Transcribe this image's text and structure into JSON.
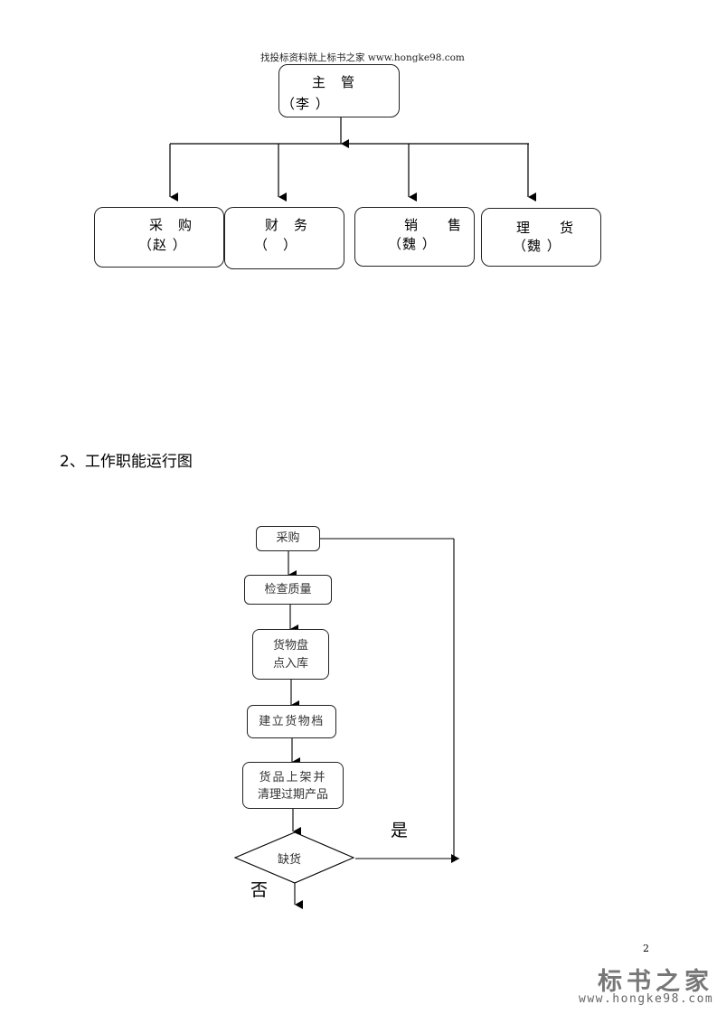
{
  "header": {
    "watermark_text": "找投标资料就上标书之家 www.hongke98.com"
  },
  "org_chart": {
    "top": {
      "title": "主　管",
      "person": "（李 ）"
    },
    "departments": [
      {
        "title": "采　购",
        "person": "（赵 ）"
      },
      {
        "title": "财　务",
        "person": "（　）"
      },
      {
        "title": "销　　售",
        "person": "（魏 ）"
      },
      {
        "title": "理　　货",
        "person": "（魏 ）"
      }
    ]
  },
  "section": {
    "heading": "2、工作职能运行图"
  },
  "flowchart": {
    "steps": [
      {
        "label": "采购"
      },
      {
        "label": "检查质量"
      },
      {
        "label_line1": "货物盘",
        "label_line2": "点入库"
      },
      {
        "label": "建立货物档"
      },
      {
        "label_line1": "货品上架并",
        "label_line2": "清理过期产品"
      }
    ],
    "decision": {
      "label": "缺货"
    },
    "yes_label": "是",
    "no_label": "否"
  },
  "footer": {
    "page_number": "2",
    "logo_text": "标书之家",
    "logo_url_text": "www.hongke98.com"
  }
}
